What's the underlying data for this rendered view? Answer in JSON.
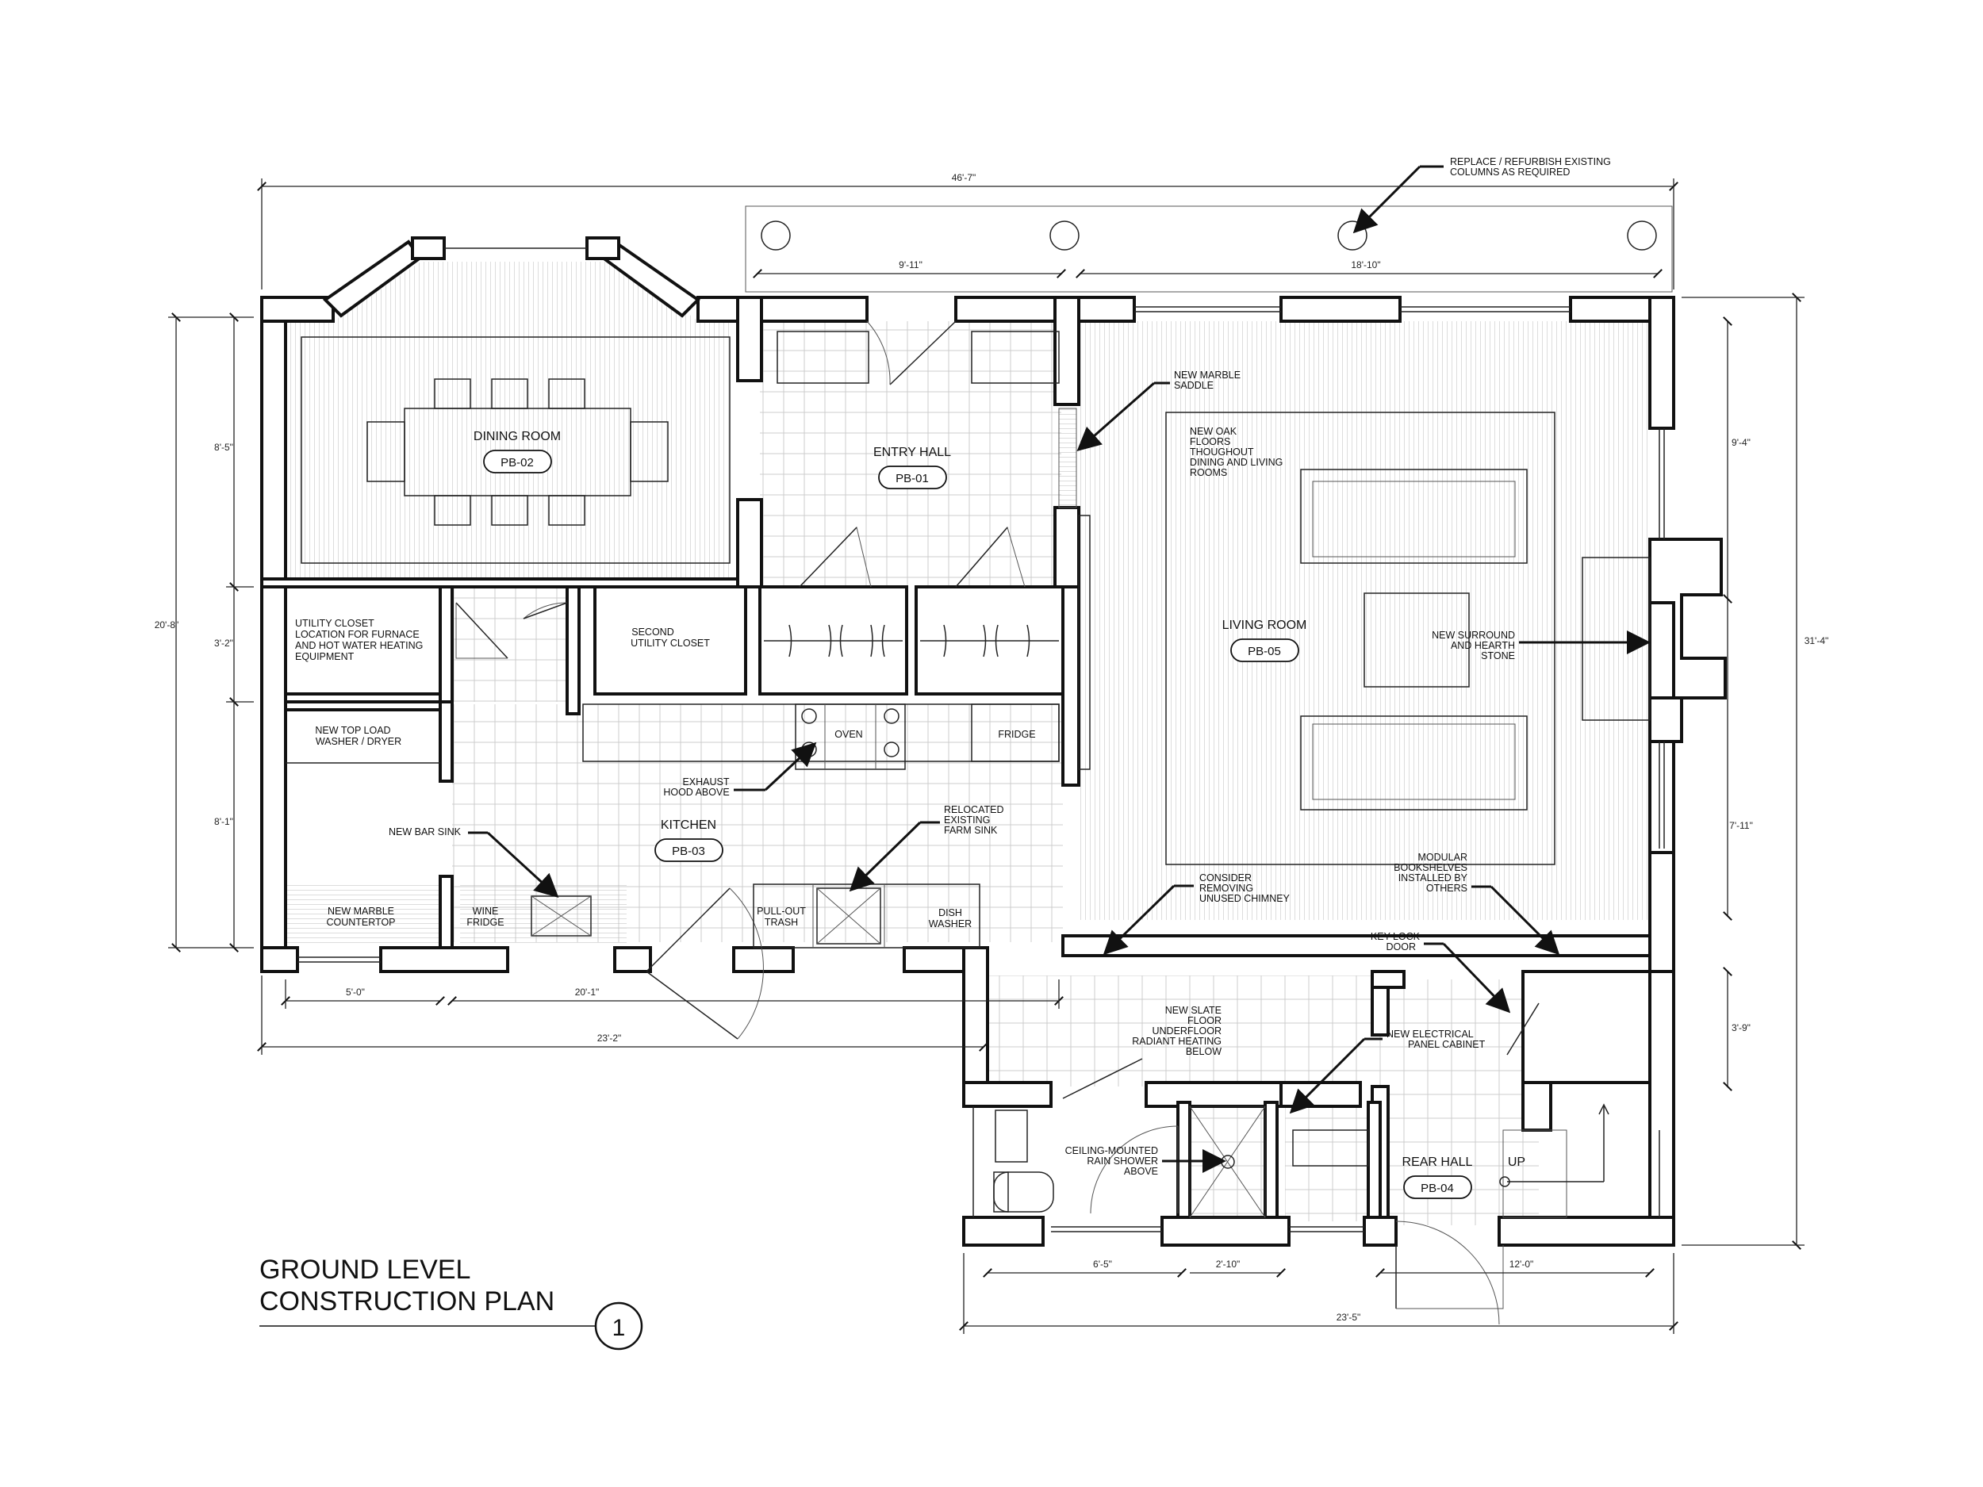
{
  "plan": {
    "title_line1": "GROUND LEVEL",
    "title_line2": "CONSTRUCTION PLAN",
    "drawing_number": "1"
  },
  "rooms": {
    "dining": {
      "name": "DINING ROOM",
      "tag": "PB-02"
    },
    "entry": {
      "name": "ENTRY HALL",
      "tag": "PB-01"
    },
    "living": {
      "name": "LIVING ROOM",
      "tag": "PB-05"
    },
    "kitchen": {
      "name": "KITCHEN",
      "tag": "PB-03"
    },
    "rear": {
      "name": "REAR HALL",
      "tag": "PB-04"
    }
  },
  "labels": {
    "utility_closet": [
      "UTILITY CLOSET",
      "LOCATION FOR FURNACE",
      "AND HOT WATER HEATING",
      "EQUIPMENT"
    ],
    "second_utility": [
      "SECOND",
      "UTILITY CLOSET"
    ],
    "washer": [
      "NEW TOP LOAD",
      "WASHER / DRYER"
    ],
    "oven": "OVEN",
    "fridge": "FRIDGE",
    "countertop": [
      "NEW MARBLE",
      "COUNTERTOP"
    ],
    "wine_fridge": [
      "WINE",
      "FRIDGE"
    ],
    "pullout_trash": [
      "PULL-OUT",
      "TRASH"
    ],
    "dish_washer": [
      "DISH",
      "WASHER"
    ],
    "up": "UP"
  },
  "notes": {
    "columns": [
      "REPLACE / REFURBISH EXISTING",
      "COLUMNS AS REQUIRED"
    ],
    "saddle": [
      "NEW MARBLE",
      "SADDLE"
    ],
    "oak_floors": [
      "NEW OAK",
      "FLOORS",
      "THOUGHOUT",
      "DINING AND LIVING",
      "ROOMS"
    ],
    "hearth": [
      "NEW SURROUND",
      "AND HEARTH",
      "STONE"
    ],
    "exhaust": [
      "EXHAUST",
      "HOOD ABOVE"
    ],
    "farm_sink": [
      "RELOCATED",
      "EXISTING",
      "FARM SINK"
    ],
    "bar_sink": "NEW BAR SINK",
    "chimney": [
      "CONSIDER",
      "REMOVING",
      "UNUSED CHIMNEY"
    ],
    "bookshelves": [
      "MODULAR",
      "BOOKSHELVES",
      "INSTALLED BY",
      "OTHERS"
    ],
    "keylock": [
      "KEY-LOCK",
      "DOOR"
    ],
    "slate": [
      "NEW SLATE",
      "FLOOR",
      "UNDERFLOOR",
      "RADIANT HEATING",
      "BELOW"
    ],
    "panel": [
      "NEW ELECTRICAL",
      "PANEL CABINET"
    ],
    "shower": [
      "CEILING-MOUNTED",
      "RAIN SHOWER",
      "ABOVE"
    ]
  },
  "dimensions": {
    "overall_top": "46'-7\"",
    "porch_left": "9'-11\"",
    "porch_right": "18'-10\"",
    "left_overall": "20'-8\"",
    "left_dining": "8'-5\"",
    "left_closet": "3'-2\"",
    "left_kitchen": "8'-1\"",
    "right_overall": "31'-4\"",
    "right_upper": "9'-4\"",
    "right_lower": "7'-11\"",
    "right_rear": "3'-9\"",
    "bottom_5": "5'-0\"",
    "bottom_20": "20'-1\"",
    "bottom_23_2": "23'-2\"",
    "bottom_6_5": "6'-5\"",
    "bottom_2_10": "2'-10\"",
    "bottom_12": "12'-0\"",
    "bottom_23_5": "23'-5\""
  }
}
